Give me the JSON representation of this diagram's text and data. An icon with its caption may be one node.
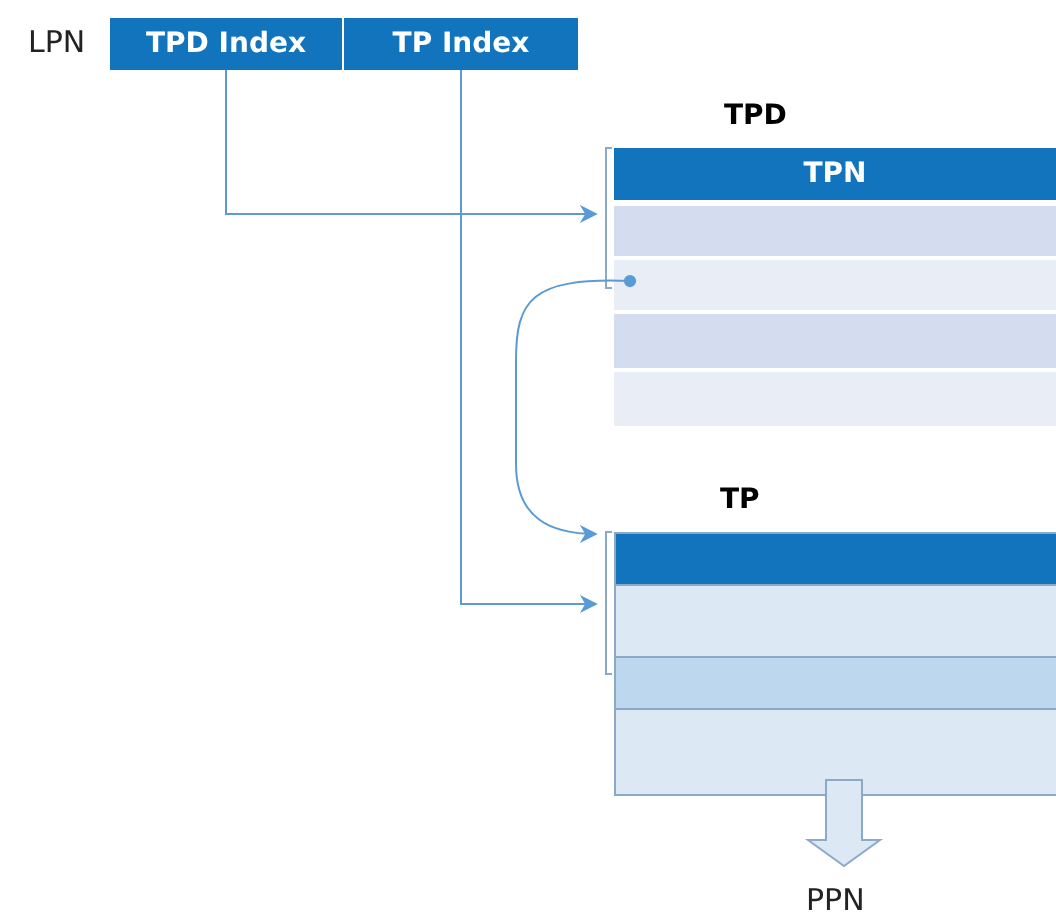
{
  "diagram": {
    "nodes": [
      {
        "text": [
          "TPD Index"
        ]
      },
      {
        "text": [
          "TP Index"
        ]
      },
      {
        "text": [
          "TPD"
        ]
      },
      {
        "text": [
          "TPN"
        ],
        "in": 2
      },
      {
        "text": [],
        "shape": "box",
        "in": 2
      },
      {
        "text": [],
        "shape": "box",
        "in": 2
      },
      {
        "text": [],
        "shape": "box",
        "in": 2
      },
      {
        "text": [],
        "shape": "box",
        "in": 2
      },
      {
        "text": [
          "TP"
        ]
      },
      {
        "text": [],
        "shape": "box",
        "in": 8
      },
      {
        "text": [],
        "shape": "box",
        "in": 8
      },
      {
        "text": [],
        "shape": "box",
        "in": 8
      },
      {
        "text": [],
        "shape": "box",
        "in": 8
      },
      {
        "text": [
          "PPN"
        ]
      }
    ],
    "edges": [
      {
        "from": 0,
        "to": 2,
        "arrow": "to"
      },
      {
        "from": 1,
        "to": 8,
        "arrow": "to"
      },
      {
        "from": 5,
        "to": 8,
        "arrow": "to"
      },
      {
        "from": 8,
        "to": 13,
        "arrow": "to"
      }
    ],
    "labels": [
      "LPN"
    ]
  }
}
